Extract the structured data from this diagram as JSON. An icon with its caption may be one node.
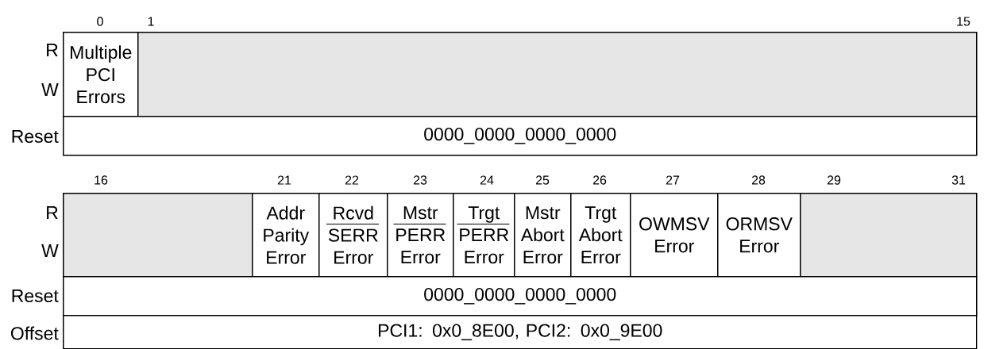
{
  "diagram": {
    "nodes": [
      {
        "text": [
          "Multiple PCI Errors"
        ]
      },
      {
        "text": [],
        "shape": "box"
      },
      {
        "text": [
          "0000_0000_0000_0000"
        ]
      },
      {
        "text": [],
        "shape": "box"
      },
      {
        "text": [
          "Addr Parity Error"
        ]
      },
      {
        "text": [
          "Rcvd SERR Error"
        ]
      },
      {
        "text": [
          "Mstr PERR Error"
        ]
      },
      {
        "text": [
          "Trgt PERR Error"
        ]
      },
      {
        "text": [
          "Mstr Abort Error"
        ]
      },
      {
        "text": [
          "Trgt Abort Error"
        ]
      },
      {
        "text": [
          "OWMSV Error"
        ]
      },
      {
        "text": [
          "ORMSV Error"
        ]
      },
      {
        "text": [],
        "shape": "box"
      },
      {
        "text": [
          "0000_0000_0000_0000"
        ]
      },
      {
        "text": [
          "PCI1: 0x0_8E00, PCI2: 0x0_9E00"
        ]
      }
    ],
    "labels": [
      "0",
      "1",
      "15",
      "R",
      "W",
      "Reset",
      "16",
      "21",
      "22",
      "23",
      "24",
      "25",
      "26",
      "27",
      "28",
      "29",
      "31",
      "R",
      "W",
      "Reset",
      "Offset"
    ]
  }
}
